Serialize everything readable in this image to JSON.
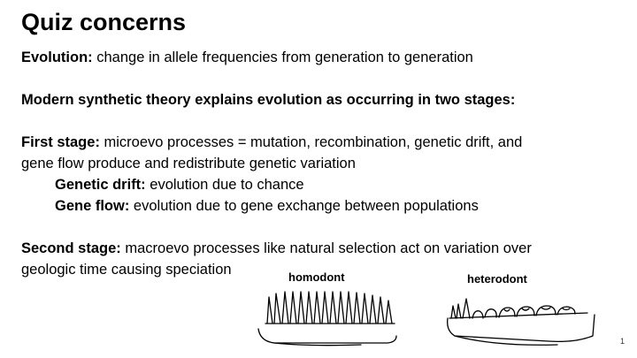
{
  "slide": {
    "title": "Quiz concerns",
    "evolution": {
      "term": "Evolution:",
      "text": " change in allele frequencies from generation to generation"
    },
    "synthetic_theory": "Modern synthetic theory explains evolution as occurring in two stages:",
    "first_stage": {
      "term": "First stage:",
      "text_line1": " microevo processes = mutation, recombination, genetic drift, and",
      "text_line2": "gene flow produce and redistribute genetic variation"
    },
    "genetic_drift": {
      "term": "Genetic drift:",
      "text": " evolution due to chance"
    },
    "gene_flow": {
      "term": "Gene flow:",
      "text": " evolution due to gene exchange between populations"
    },
    "second_stage": {
      "term": "Second stage:",
      "text_line1": " macroevo processes like natural selection act on variation over",
      "text_line2": "geologic time causing speciation"
    },
    "figure": {
      "homodont_label": "homodont",
      "heterodont_label": "heterodont"
    },
    "page_number": "1"
  }
}
